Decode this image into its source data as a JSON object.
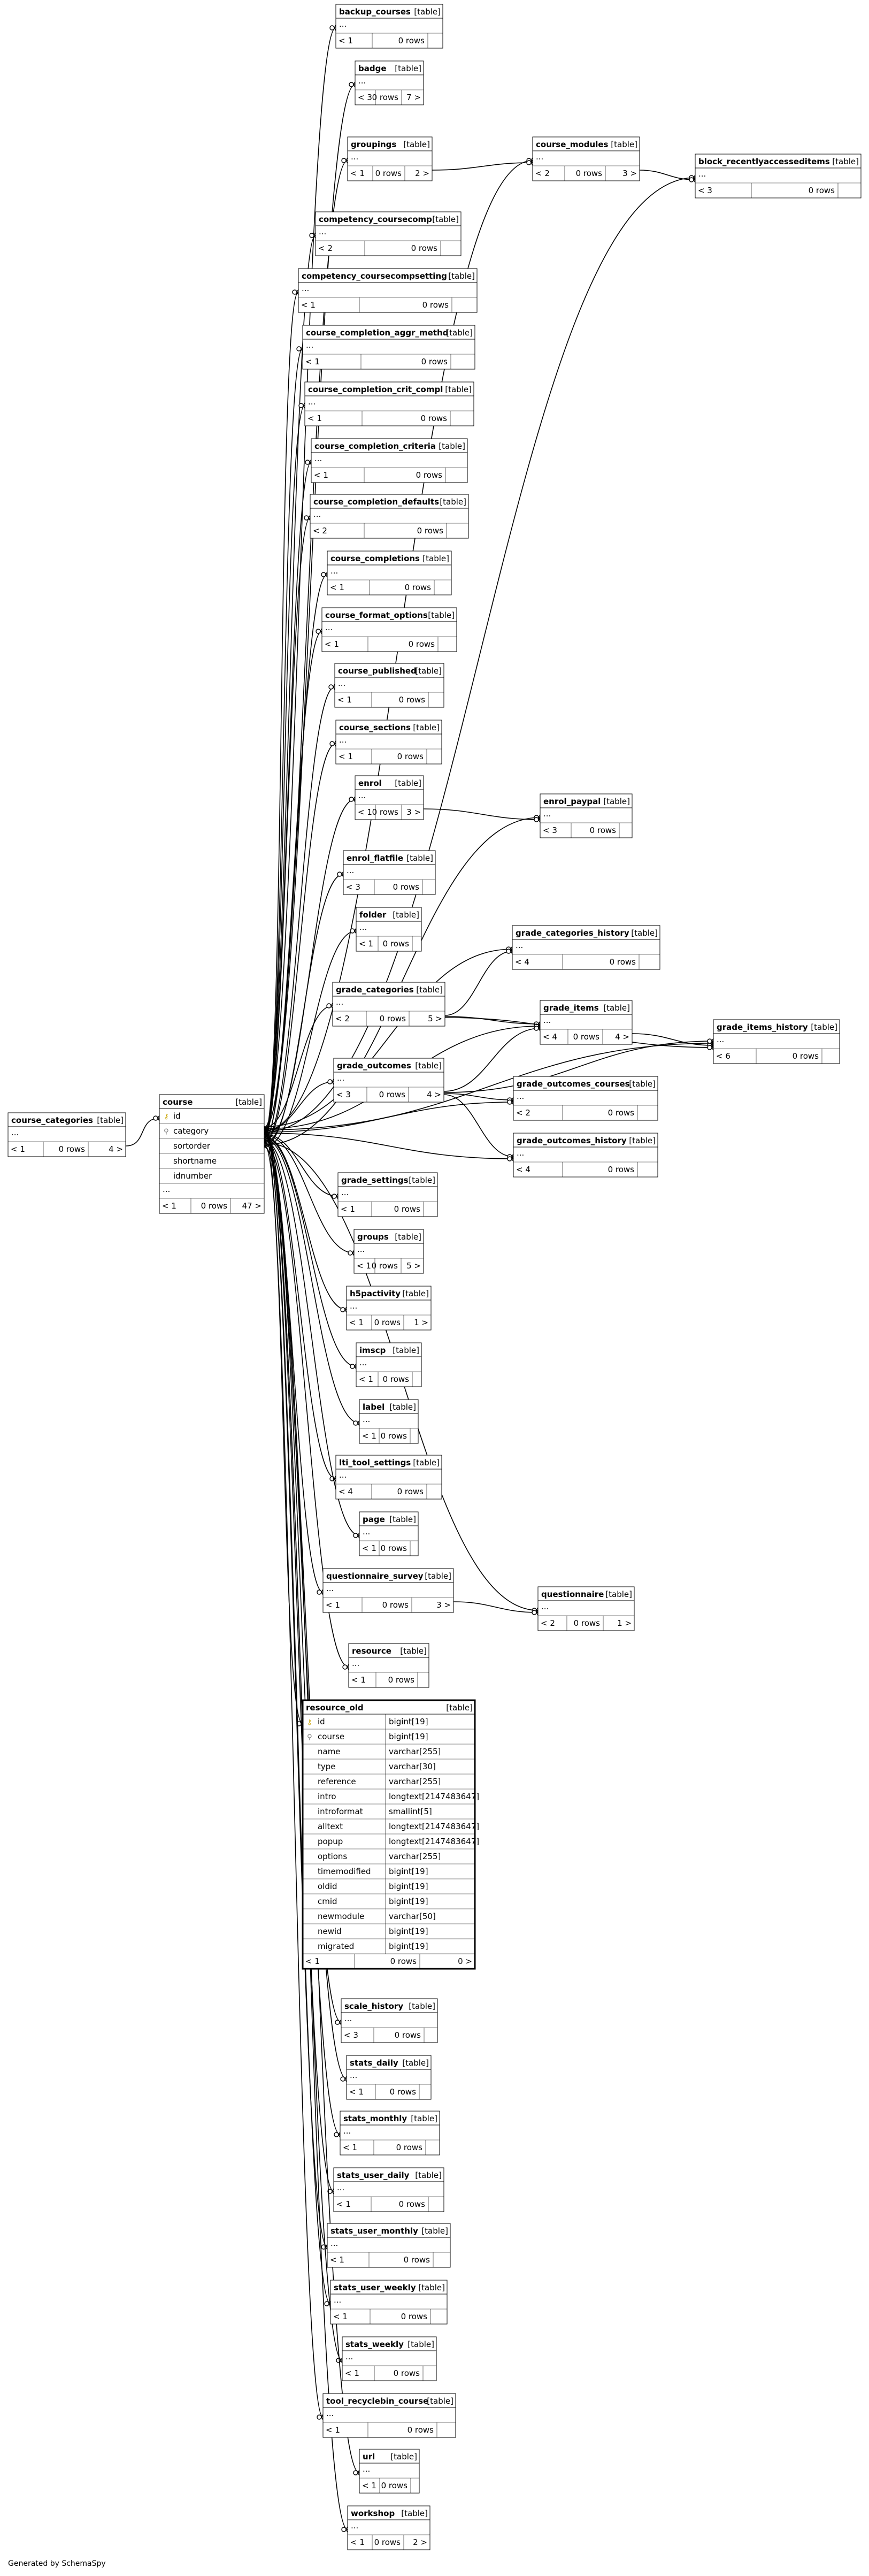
{
  "footer": "Generated by SchemaSpy",
  "table_tag": "[table]",
  "ellipsis": "...",
  "rows_suffix": "rows",
  "tables": [
    {
      "name": "backup_courses",
      "parents": "< 1",
      "rows": "0",
      "children": ""
    },
    {
      "name": "badge",
      "parents": "< 3",
      "rows": "0",
      "children": "7 >"
    },
    {
      "name": "groupings",
      "parents": "< 1",
      "rows": "0",
      "children": "2 >"
    },
    {
      "name": "course_modules",
      "parents": "< 2",
      "rows": "0",
      "children": "3 >"
    },
    {
      "name": "block_recentlyaccesseditems",
      "parents": "< 3",
      "rows": "0",
      "children": ""
    },
    {
      "name": "competency_coursecomp",
      "parents": "< 2",
      "rows": "0",
      "children": ""
    },
    {
      "name": "competency_coursecompsetting",
      "parents": "< 1",
      "rows": "0",
      "children": ""
    },
    {
      "name": "course_completion_aggr_methd",
      "parents": "< 1",
      "rows": "0",
      "children": ""
    },
    {
      "name": "course_completion_crit_compl",
      "parents": "< 1",
      "rows": "0",
      "children": ""
    },
    {
      "name": "course_completion_criteria",
      "parents": "< 1",
      "rows": "0",
      "children": ""
    },
    {
      "name": "course_completion_defaults",
      "parents": "< 2",
      "rows": "0",
      "children": ""
    },
    {
      "name": "course_completions",
      "parents": "< 1",
      "rows": "0",
      "children": ""
    },
    {
      "name": "course_format_options",
      "parents": "< 1",
      "rows": "0",
      "children": ""
    },
    {
      "name": "course_published",
      "parents": "< 1",
      "rows": "0",
      "children": ""
    },
    {
      "name": "course_sections",
      "parents": "< 1",
      "rows": "0",
      "children": ""
    },
    {
      "name": "enrol",
      "parents": "< 1",
      "rows": "0",
      "children": "3 >"
    },
    {
      "name": "enrol_paypal",
      "parents": "< 3",
      "rows": "0",
      "children": ""
    },
    {
      "name": "enrol_flatfile",
      "parents": "< 3",
      "rows": "0",
      "children": ""
    },
    {
      "name": "folder",
      "parents": "< 1",
      "rows": "0",
      "children": ""
    },
    {
      "name": "grade_categories_history",
      "parents": "< 4",
      "rows": "0",
      "children": ""
    },
    {
      "name": "grade_categories",
      "parents": "< 2",
      "rows": "0",
      "children": "5 >"
    },
    {
      "name": "grade_items",
      "parents": "< 4",
      "rows": "0",
      "children": "4 >"
    },
    {
      "name": "grade_items_history",
      "parents": "< 6",
      "rows": "0",
      "children": ""
    },
    {
      "name": "grade_outcomes",
      "parents": "< 3",
      "rows": "0",
      "children": "4 >"
    },
    {
      "name": "grade_outcomes_courses",
      "parents": "< 2",
      "rows": "0",
      "children": ""
    },
    {
      "name": "grade_outcomes_history",
      "parents": "< 4",
      "rows": "0",
      "children": ""
    },
    {
      "name": "course_categories",
      "parents": "< 1",
      "rows": "0",
      "children": "4 >"
    },
    {
      "name": "course",
      "parents": "< 1",
      "rows": "0",
      "children": "47 >",
      "columns": [
        {
          "name": "id",
          "key": "pk"
        },
        {
          "name": "category",
          "key": "fk"
        },
        {
          "name": "sortorder",
          "key": ""
        },
        {
          "name": "shortname",
          "key": ""
        },
        {
          "name": "idnumber",
          "key": ""
        }
      ]
    },
    {
      "name": "grade_settings",
      "parents": "< 1",
      "rows": "0",
      "children": ""
    },
    {
      "name": "groups",
      "parents": "< 1",
      "rows": "0",
      "children": "5 >"
    },
    {
      "name": "h5pactivity",
      "parents": "< 1",
      "rows": "0",
      "children": "1 >"
    },
    {
      "name": "imscp",
      "parents": "< 1",
      "rows": "0",
      "children": ""
    },
    {
      "name": "label",
      "parents": "< 1",
      "rows": "0",
      "children": ""
    },
    {
      "name": "lti_tool_settings",
      "parents": "< 4",
      "rows": "0",
      "children": ""
    },
    {
      "name": "page",
      "parents": "< 1",
      "rows": "0",
      "children": ""
    },
    {
      "name": "questionnaire_survey",
      "parents": "< 1",
      "rows": "0",
      "children": "3 >"
    },
    {
      "name": "questionnaire",
      "parents": "< 2",
      "rows": "0",
      "children": "1 >"
    },
    {
      "name": "resource",
      "parents": "< 1",
      "rows": "0",
      "children": ""
    },
    {
      "name": "resource_old",
      "parents": "< 1",
      "rows": "0",
      "children": "0 >",
      "columns": [
        {
          "name": "id",
          "type": "bigint[19]",
          "key": "pk"
        },
        {
          "name": "course",
          "type": "bigint[19]",
          "key": "fk"
        },
        {
          "name": "name",
          "type": "varchar[255]",
          "key": ""
        },
        {
          "name": "type",
          "type": "varchar[30]",
          "key": ""
        },
        {
          "name": "reference",
          "type": "varchar[255]",
          "key": ""
        },
        {
          "name": "intro",
          "type": "longtext[2147483647]",
          "key": ""
        },
        {
          "name": "introformat",
          "type": "smallint[5]",
          "key": ""
        },
        {
          "name": "alltext",
          "type": "longtext[2147483647]",
          "key": ""
        },
        {
          "name": "popup",
          "type": "longtext[2147483647]",
          "key": ""
        },
        {
          "name": "options",
          "type": "varchar[255]",
          "key": ""
        },
        {
          "name": "timemodified",
          "type": "bigint[19]",
          "key": ""
        },
        {
          "name": "oldid",
          "type": "bigint[19]",
          "key": ""
        },
        {
          "name": "cmid",
          "type": "bigint[19]",
          "key": ""
        },
        {
          "name": "newmodule",
          "type": "varchar[50]",
          "key": ""
        },
        {
          "name": "newid",
          "type": "bigint[19]",
          "key": ""
        },
        {
          "name": "migrated",
          "type": "bigint[19]",
          "key": ""
        }
      ]
    },
    {
      "name": "scale_history",
      "parents": "< 3",
      "rows": "0",
      "children": ""
    },
    {
      "name": "stats_daily",
      "parents": "< 1",
      "rows": "0",
      "children": ""
    },
    {
      "name": "stats_monthly",
      "parents": "< 1",
      "rows": "0",
      "children": ""
    },
    {
      "name": "stats_user_daily",
      "parents": "< 1",
      "rows": "0",
      "children": ""
    },
    {
      "name": "stats_user_monthly",
      "parents": "< 1",
      "rows": "0",
      "children": ""
    },
    {
      "name": "stats_user_weekly",
      "parents": "< 1",
      "rows": "0",
      "children": ""
    },
    {
      "name": "stats_weekly",
      "parents": "< 1",
      "rows": "0",
      "children": ""
    },
    {
      "name": "tool_recyclebin_course",
      "parents": "< 1",
      "rows": "0",
      "children": ""
    },
    {
      "name": "url",
      "parents": "< 1",
      "rows": "0",
      "children": ""
    },
    {
      "name": "workshop",
      "parents": "< 1",
      "rows": "0",
      "children": "2 >"
    }
  ],
  "relationships": [
    {
      "from": "course_categories",
      "to": "course"
    },
    {
      "from": "course",
      "to": "backup_courses"
    },
    {
      "from": "course",
      "to": "badge"
    },
    {
      "from": "course",
      "to": "groupings"
    },
    {
      "from": "course",
      "to": "course_modules"
    },
    {
      "from": "course",
      "to": "block_recentlyaccesseditems"
    },
    {
      "from": "groupings",
      "to": "course_modules"
    },
    {
      "from": "course_modules",
      "to": "block_recentlyaccesseditems"
    },
    {
      "from": "course",
      "to": "competency_coursecomp"
    },
    {
      "from": "course",
      "to": "competency_coursecompsetting"
    },
    {
      "from": "course",
      "to": "course_completion_aggr_methd"
    },
    {
      "from": "course",
      "to": "course_completion_crit_compl"
    },
    {
      "from": "course",
      "to": "course_completion_criteria"
    },
    {
      "from": "course",
      "to": "course_completion_defaults"
    },
    {
      "from": "course",
      "to": "course_completions"
    },
    {
      "from": "course",
      "to": "course_format_options"
    },
    {
      "from": "course",
      "to": "course_published"
    },
    {
      "from": "course",
      "to": "course_sections"
    },
    {
      "from": "course",
      "to": "enrol"
    },
    {
      "from": "course",
      "to": "enrol_paypal"
    },
    {
      "from": "enrol",
      "to": "enrol_paypal"
    },
    {
      "from": "course",
      "to": "enrol_flatfile"
    },
    {
      "from": "course",
      "to": "folder"
    },
    {
      "from": "course",
      "to": "grade_categories_history"
    },
    {
      "from": "course",
      "to": "grade_categories"
    },
    {
      "from": "grade_categories",
      "to": "grade_categories_history"
    },
    {
      "from": "grade_categories",
      "to": "grade_items"
    },
    {
      "from": "course",
      "to": "grade_items"
    },
    {
      "from": "course",
      "to": "grade_items_history"
    },
    {
      "from": "grade_items",
      "to": "grade_items_history"
    },
    {
      "from": "grade_categories",
      "to": "grade_items_history"
    },
    {
      "from": "course",
      "to": "grade_outcomes"
    },
    {
      "from": "grade_outcomes",
      "to": "grade_items"
    },
    {
      "from": "grade_outcomes",
      "to": "grade_items_history"
    },
    {
      "from": "grade_outcomes",
      "to": "grade_outcomes_courses"
    },
    {
      "from": "course",
      "to": "grade_outcomes_courses"
    },
    {
      "from": "grade_outcomes",
      "to": "grade_outcomes_history"
    },
    {
      "from": "course",
      "to": "grade_outcomes_history"
    },
    {
      "from": "course",
      "to": "grade_settings"
    },
    {
      "from": "course",
      "to": "groups"
    },
    {
      "from": "course",
      "to": "h5pactivity"
    },
    {
      "from": "course",
      "to": "imscp"
    },
    {
      "from": "course",
      "to": "label"
    },
    {
      "from": "course",
      "to": "lti_tool_settings"
    },
    {
      "from": "course",
      "to": "page"
    },
    {
      "from": "course",
      "to": "questionnaire_survey"
    },
    {
      "from": "course",
      "to": "questionnaire"
    },
    {
      "from": "questionnaire_survey",
      "to": "questionnaire"
    },
    {
      "from": "course",
      "to": "resource"
    },
    {
      "from": "course",
      "to": "resource_old"
    },
    {
      "from": "course",
      "to": "scale_history"
    },
    {
      "from": "course",
      "to": "stats_daily"
    },
    {
      "from": "course",
      "to": "stats_monthly"
    },
    {
      "from": "course",
      "to": "stats_user_daily"
    },
    {
      "from": "course",
      "to": "stats_user_monthly"
    },
    {
      "from": "course",
      "to": "stats_user_weekly"
    },
    {
      "from": "course",
      "to": "stats_weekly"
    },
    {
      "from": "course",
      "to": "tool_recyclebin_course"
    },
    {
      "from": "course",
      "to": "url"
    },
    {
      "from": "course",
      "to": "workshop"
    }
  ]
}
